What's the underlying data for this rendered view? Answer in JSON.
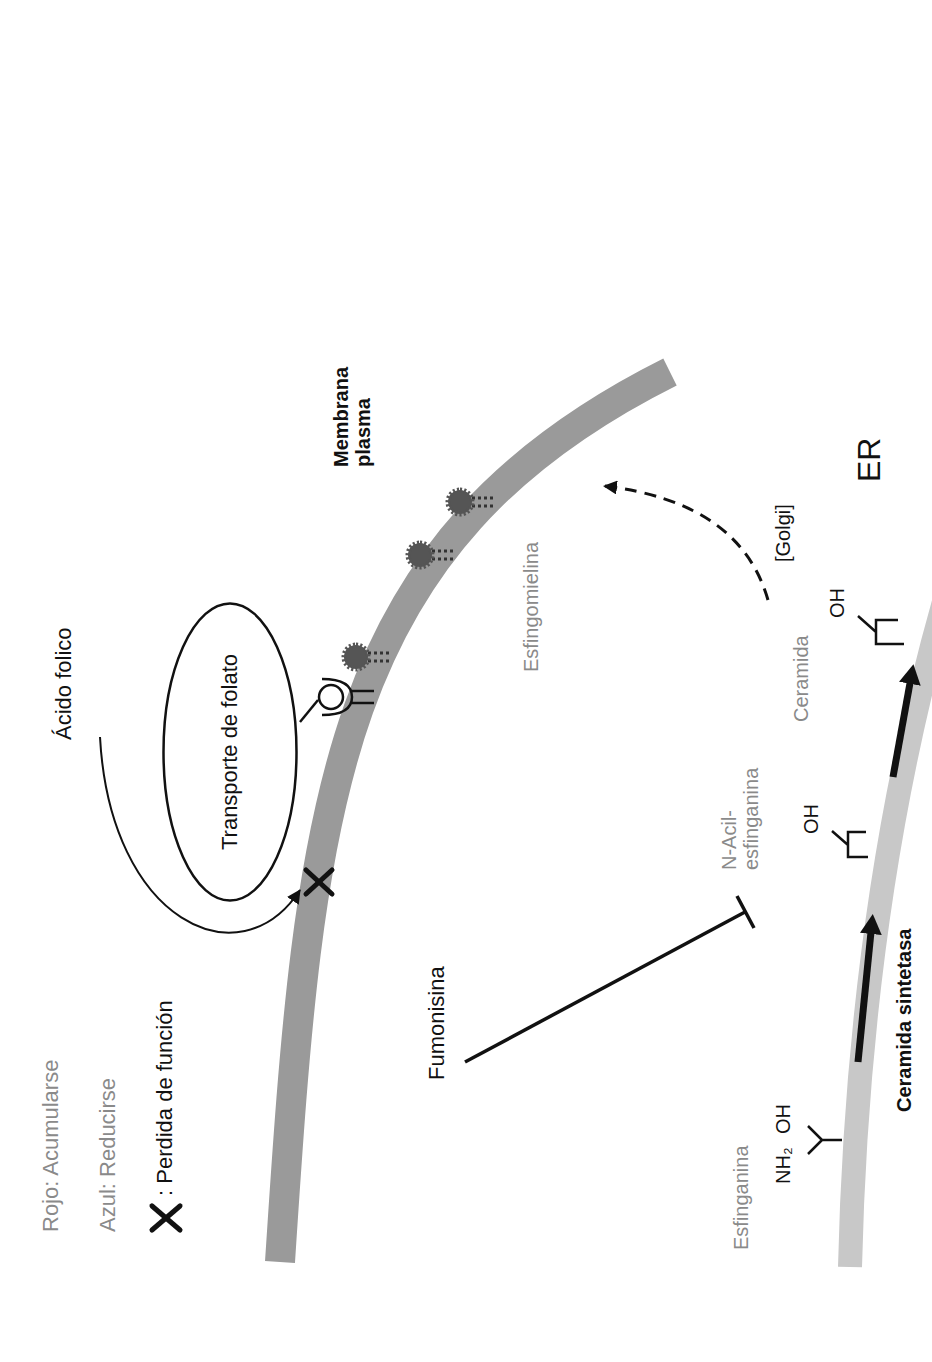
{
  "diagram": {
    "nodes": [
      {
        "text": [
          "Transporte de folato"
        ]
      }
    ],
    "labels": [
      "Ácido folico",
      "Membrana plasma",
      "Esfingomielina",
      "Fumonisina",
      "Esfinganina",
      "NH₂",
      "OH",
      "N-Acil-esfinganina",
      "OH",
      "Ceramida",
      "OH",
      "[Golgi]",
      "Ceramida sintetasa",
      "ER"
    ],
    "legend": [
      {
        "text": "Rojo: Acumularse"
      },
      {
        "text": "Azul: Reducirse"
      },
      {
        "text": ": Perdida de función"
      }
    ]
  }
}
